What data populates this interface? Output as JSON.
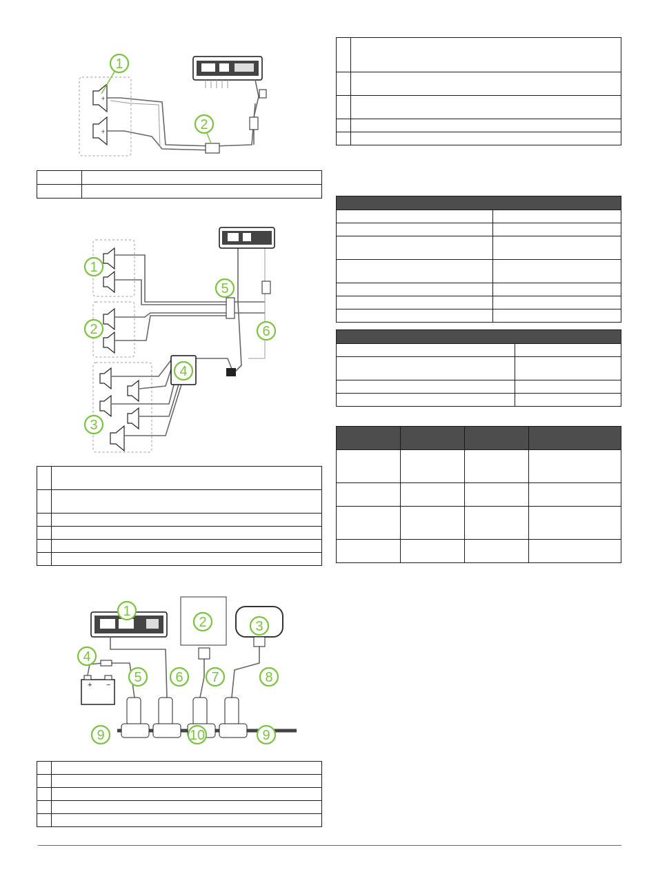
{
  "diagram1": {
    "callouts": [
      "1",
      "2"
    ]
  },
  "diagram2": {
    "callouts": [
      "1",
      "2",
      "3",
      "4",
      "5",
      "6"
    ]
  },
  "diagram3": {
    "callouts": [
      "1",
      "2",
      "3",
      "4",
      "5",
      "6",
      "7",
      "8",
      "9",
      "10",
      "9"
    ],
    "battery_plus": "+",
    "battery_minus": "−"
  },
  "colors": {
    "callout_green": "#7dc142",
    "table_header": "#4d4d4d",
    "rule": "#1a1a1a"
  }
}
